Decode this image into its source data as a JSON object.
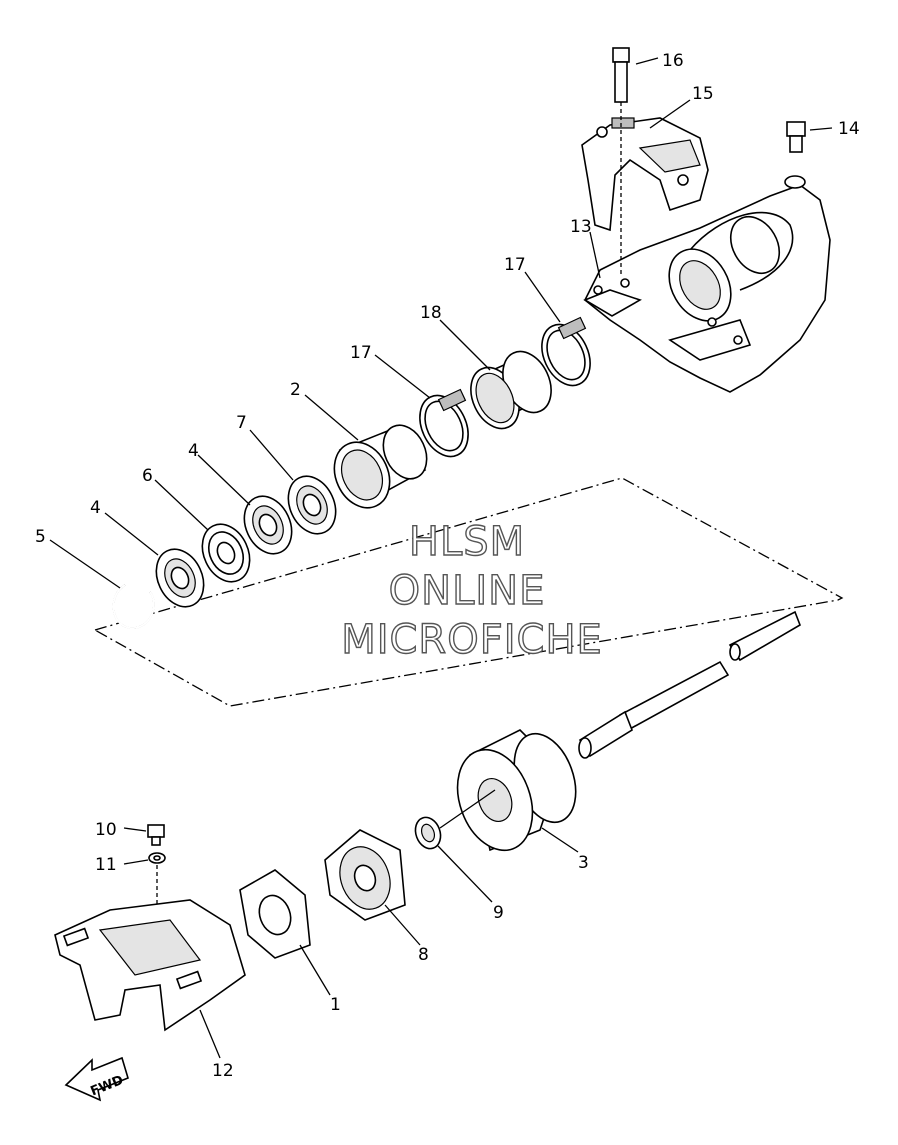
{
  "watermark": {
    "line1": "HLSM",
    "line2": "ONLINE",
    "line3": "MICROFICHE"
  },
  "direction_label": "FWD",
  "callouts": {
    "c1": "1",
    "c2": "2",
    "c3": "3",
    "c4a": "4",
    "c4b": "4",
    "c5": "5",
    "c6": "6",
    "c7": "7",
    "c8": "8",
    "c9": "9",
    "c10": "10",
    "c11": "11",
    "c12": "12",
    "c13": "13",
    "c14": "14",
    "c15": "15",
    "c16": "16",
    "c17a": "17",
    "c17b": "17",
    "c18": "18"
  }
}
